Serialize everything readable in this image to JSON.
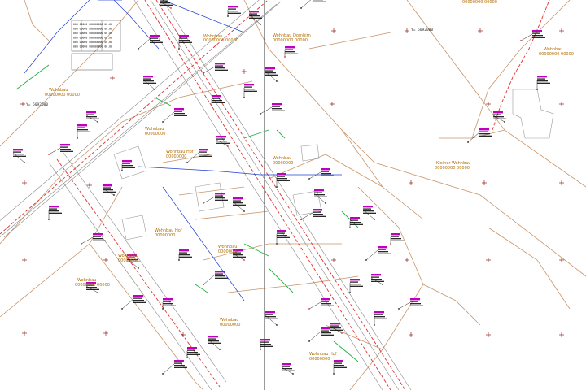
{
  "parcel_labels": [
    {
      "id": "north-center",
      "line1": "Wohnbau",
      "line2": "00000000 00000"
    },
    {
      "id": "north-right",
      "line1": "Wohnbau Dornbirn",
      "line2": "00000000 00000"
    },
    {
      "id": "upper-left",
      "line1": "Wohnbau",
      "line2": "00000000 00000"
    },
    {
      "id": "top-right",
      "line1": "00000000 00000",
      "line2": ""
    },
    {
      "id": "right-mid",
      "line1": "Wohnbau",
      "line2": "00000000 00000"
    },
    {
      "id": "east",
      "line1": "Kleiner Wohnbau",
      "line2": "00000000 00000"
    },
    {
      "id": "center-1",
      "line1": "Wohnbau",
      "line2": "00000000"
    },
    {
      "id": "center-2",
      "line1": "Wohnbau Hof",
      "line2": "00000000"
    },
    {
      "id": "center-3",
      "line1": "Wohnbau",
      "line2": "00000000"
    },
    {
      "id": "west-low",
      "line1": "Wohnbau",
      "line2": "00000000 00000"
    },
    {
      "id": "south-1",
      "line1": "Wohnbau Hof",
      "line2": "00000000"
    },
    {
      "id": "south-2",
      "line1": "Wohnbau",
      "line2": "00000000"
    },
    {
      "id": "south-3",
      "line1": "Wohnbau",
      "line2": "00000000"
    },
    {
      "id": "south-4",
      "line1": "Wohnbau Hof",
      "line2": "00000000"
    },
    {
      "id": "west-mid",
      "line1": "Wohnbau",
      "line2": "00000000"
    }
  ],
  "coords": [
    {
      "id": "c1",
      "text": "Y= 5092000"
    },
    {
      "id": "c2",
      "text": "Y= 5092000"
    }
  ],
  "table_rows": [
    "000 00000  000000000  00.00",
    "000 00000  000000000  00.00",
    "000 00000  000000000  00.00",
    "000 00000  000000000  00.00",
    "000 00000  000000000  00.00",
    "000 00000  000000000  00.00"
  ],
  "colors": {
    "parcel": "#c8956b",
    "utility_red": "#e03030",
    "utility_blue": "#2040d0",
    "utility_green": "#20b040",
    "label_magenta": "#c000c0",
    "annotation": "#111111"
  }
}
